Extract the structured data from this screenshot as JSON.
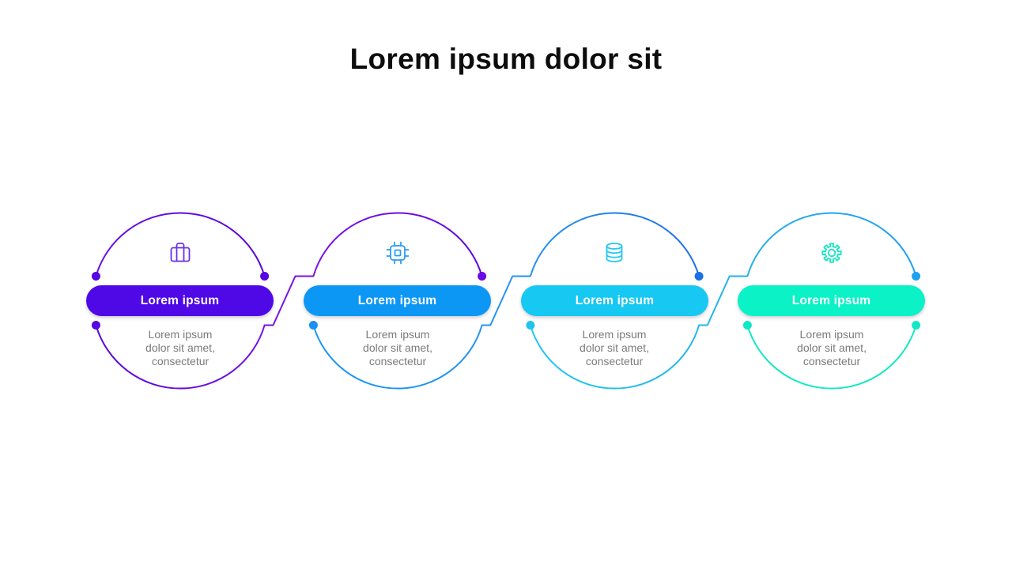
{
  "slide": {
    "title": "Lorem ipsum dolor sit",
    "title_color": "#0d0d0d",
    "background_color": "#ffffff",
    "description_color": "#7b7b7b"
  },
  "steps": [
    {
      "label": "Lorem ipsum",
      "description_lines": [
        "Lorem ipsum",
        "dolor sit amet,",
        "consectetur"
      ],
      "icon": "briefcase-icon",
      "pill_color": "#4f08e6",
      "icon_color": "#6930e8",
      "line_start_color": "#5507df",
      "line_end_color": "#6a09e2",
      "dot_colors": {
        "top_left": "#5707df",
        "top_right": "#5707df",
        "bottom_left": "#5707df"
      }
    },
    {
      "label": "Lorem ipsum",
      "description_lines": [
        "Lorem ipsum",
        "dolor sit amet,",
        "consectetur"
      ],
      "icon": "cpu-chip-icon",
      "pill_color": "#0d97f5",
      "icon_color": "#2e9cf2",
      "line_start_color": "#1697f5",
      "line_end_color": "#1d6fe8",
      "dot_colors": {
        "top_right": "#6a09e2",
        "bottom_left": "#1a8ff4"
      }
    },
    {
      "label": "Lorem ipsum",
      "description_lines": [
        "Lorem ipsum",
        "dolor sit amet,",
        "consectetur"
      ],
      "icon": "database-icon",
      "pill_color": "#17c8f2",
      "icon_color": "#25c7f2",
      "line_start_color": "#1fc7f2",
      "line_end_color": "#1e9ff2",
      "dot_colors": {
        "top_right": "#1d6fe8",
        "bottom_left": "#20c4f1"
      }
    },
    {
      "label": "Lorem ipsum",
      "description_lines": [
        "Lorem ipsum",
        "dolor sit amet,",
        "consectetur"
      ],
      "icon": "gear-icon",
      "pill_color": "#0af2c6",
      "icon_color": "#16e6c0",
      "line_start_color": "#11e9c4",
      "line_end_color": "#11e9c4",
      "dot_colors": {
        "top_right": "#1e9ff2",
        "bottom_left": "#11e9c4",
        "bottom_right": "#11e9c4"
      }
    }
  ]
}
